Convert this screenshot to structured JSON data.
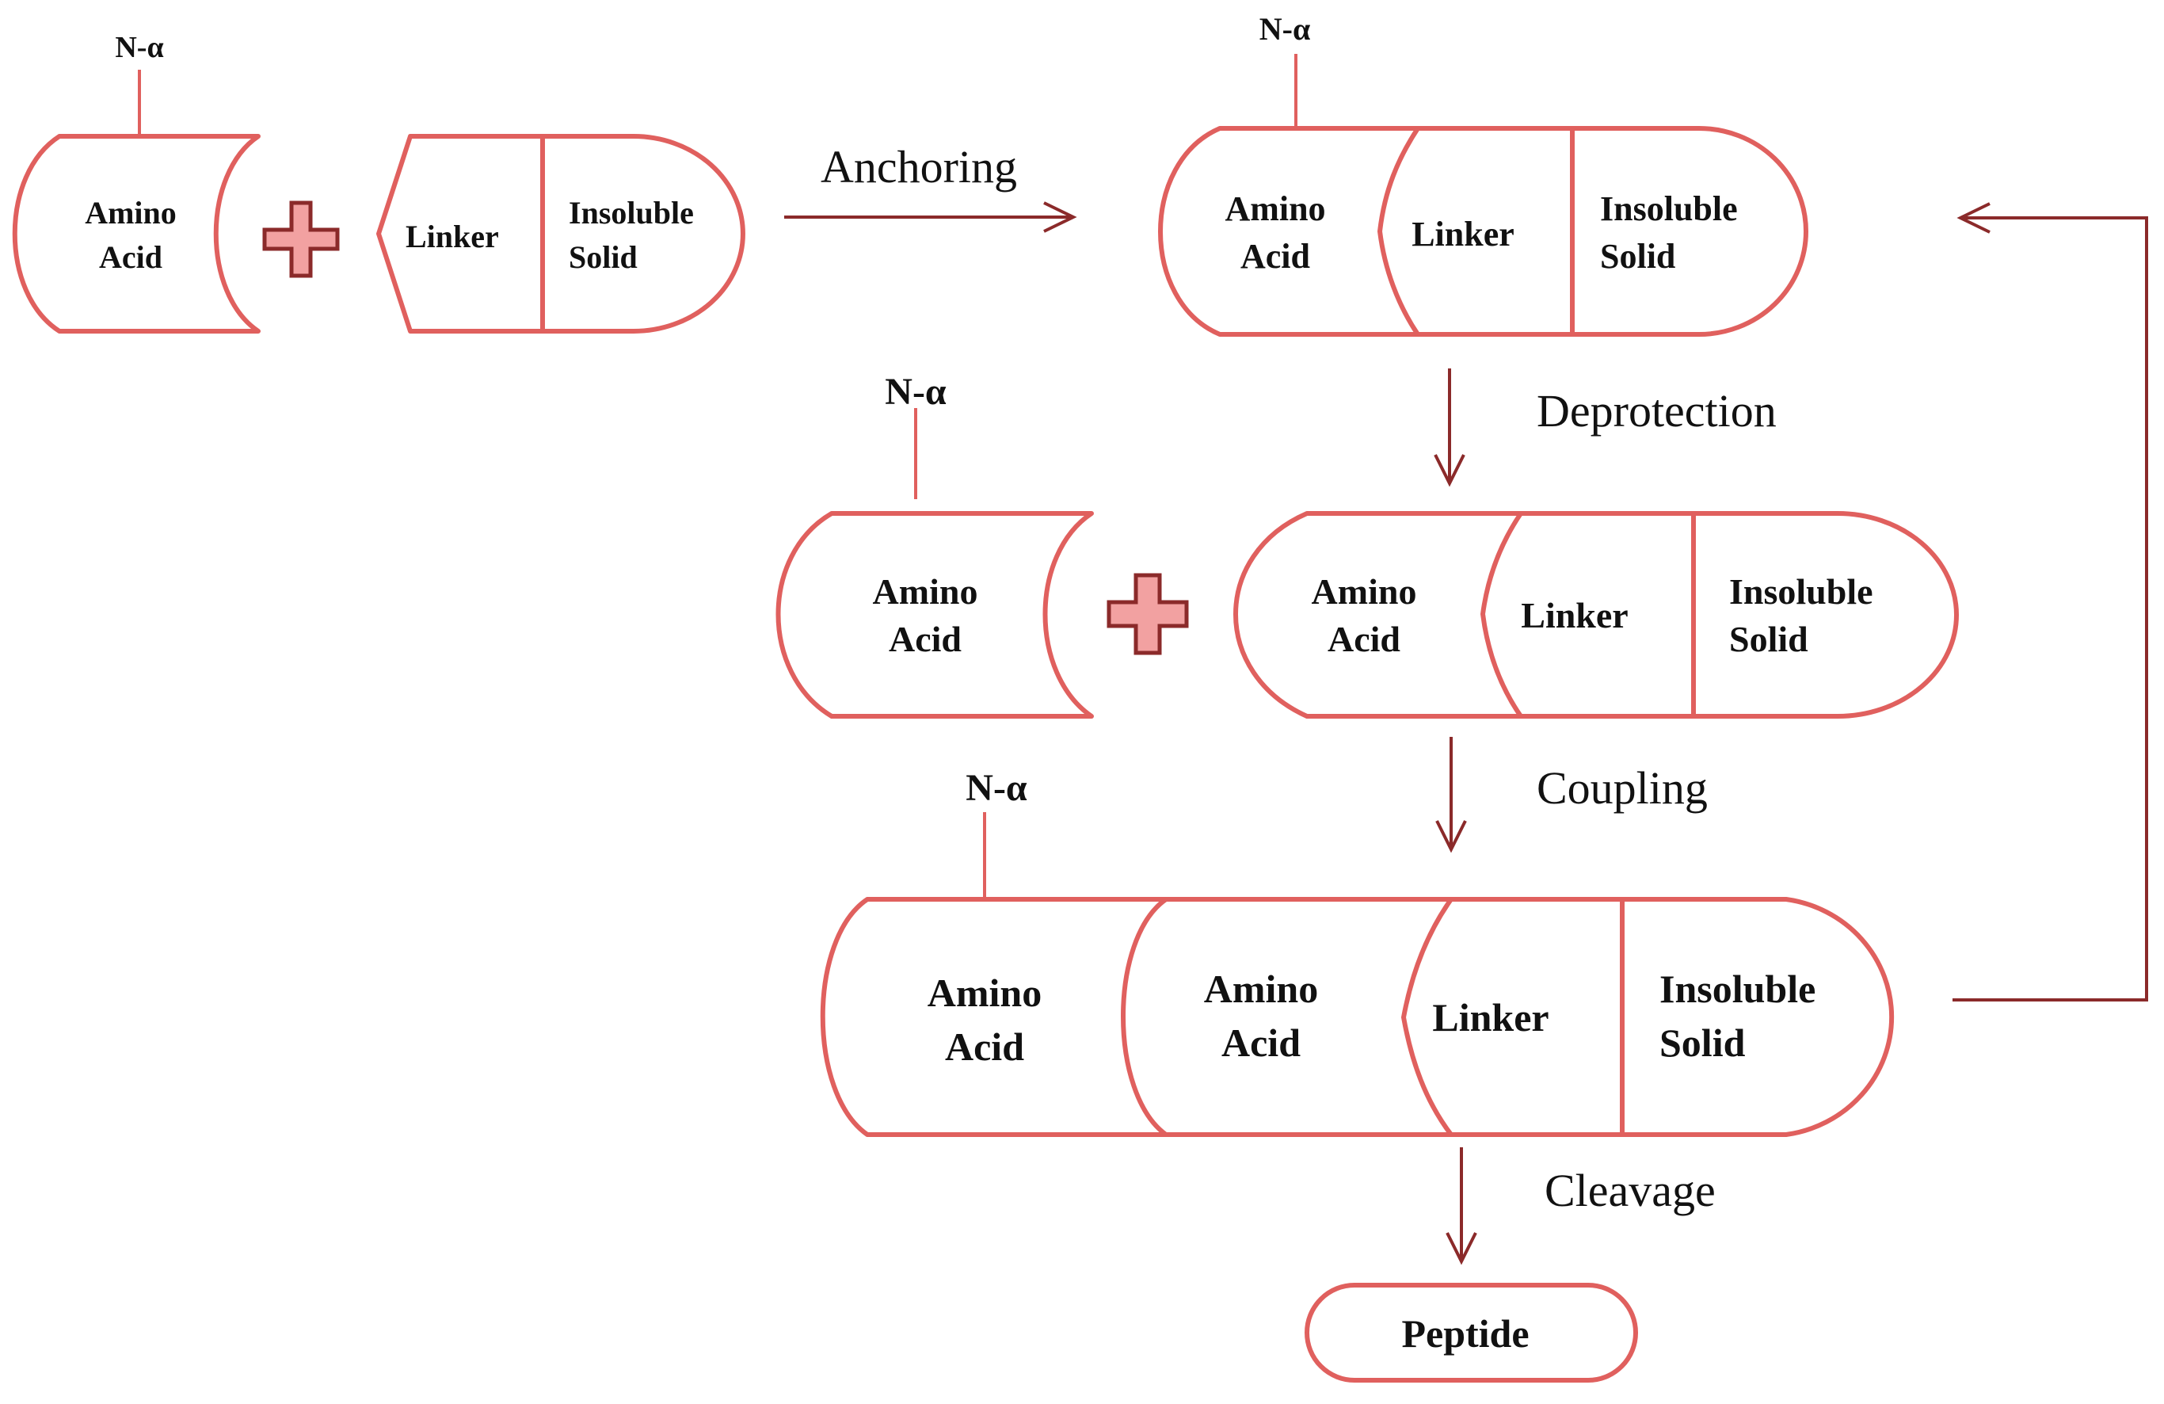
{
  "labels": {
    "amino_acid_line1": "Amino",
    "amino_acid_line2": "Acid",
    "linker": "Linker",
    "insoluble_line1": "Insoluble",
    "insoluble_line2": "Solid",
    "n_alpha": "N-α",
    "peptide": "Peptide"
  },
  "steps": {
    "anchoring": "Anchoring",
    "deprotection": "Deprotection",
    "coupling": "Coupling",
    "cleavage": "Cleavage"
  },
  "colors": {
    "outline": "#e0605e",
    "arrow": "#8b2a2a",
    "plus_fill": "#f2a1a1",
    "plus_stroke": "#8b2a2a"
  }
}
